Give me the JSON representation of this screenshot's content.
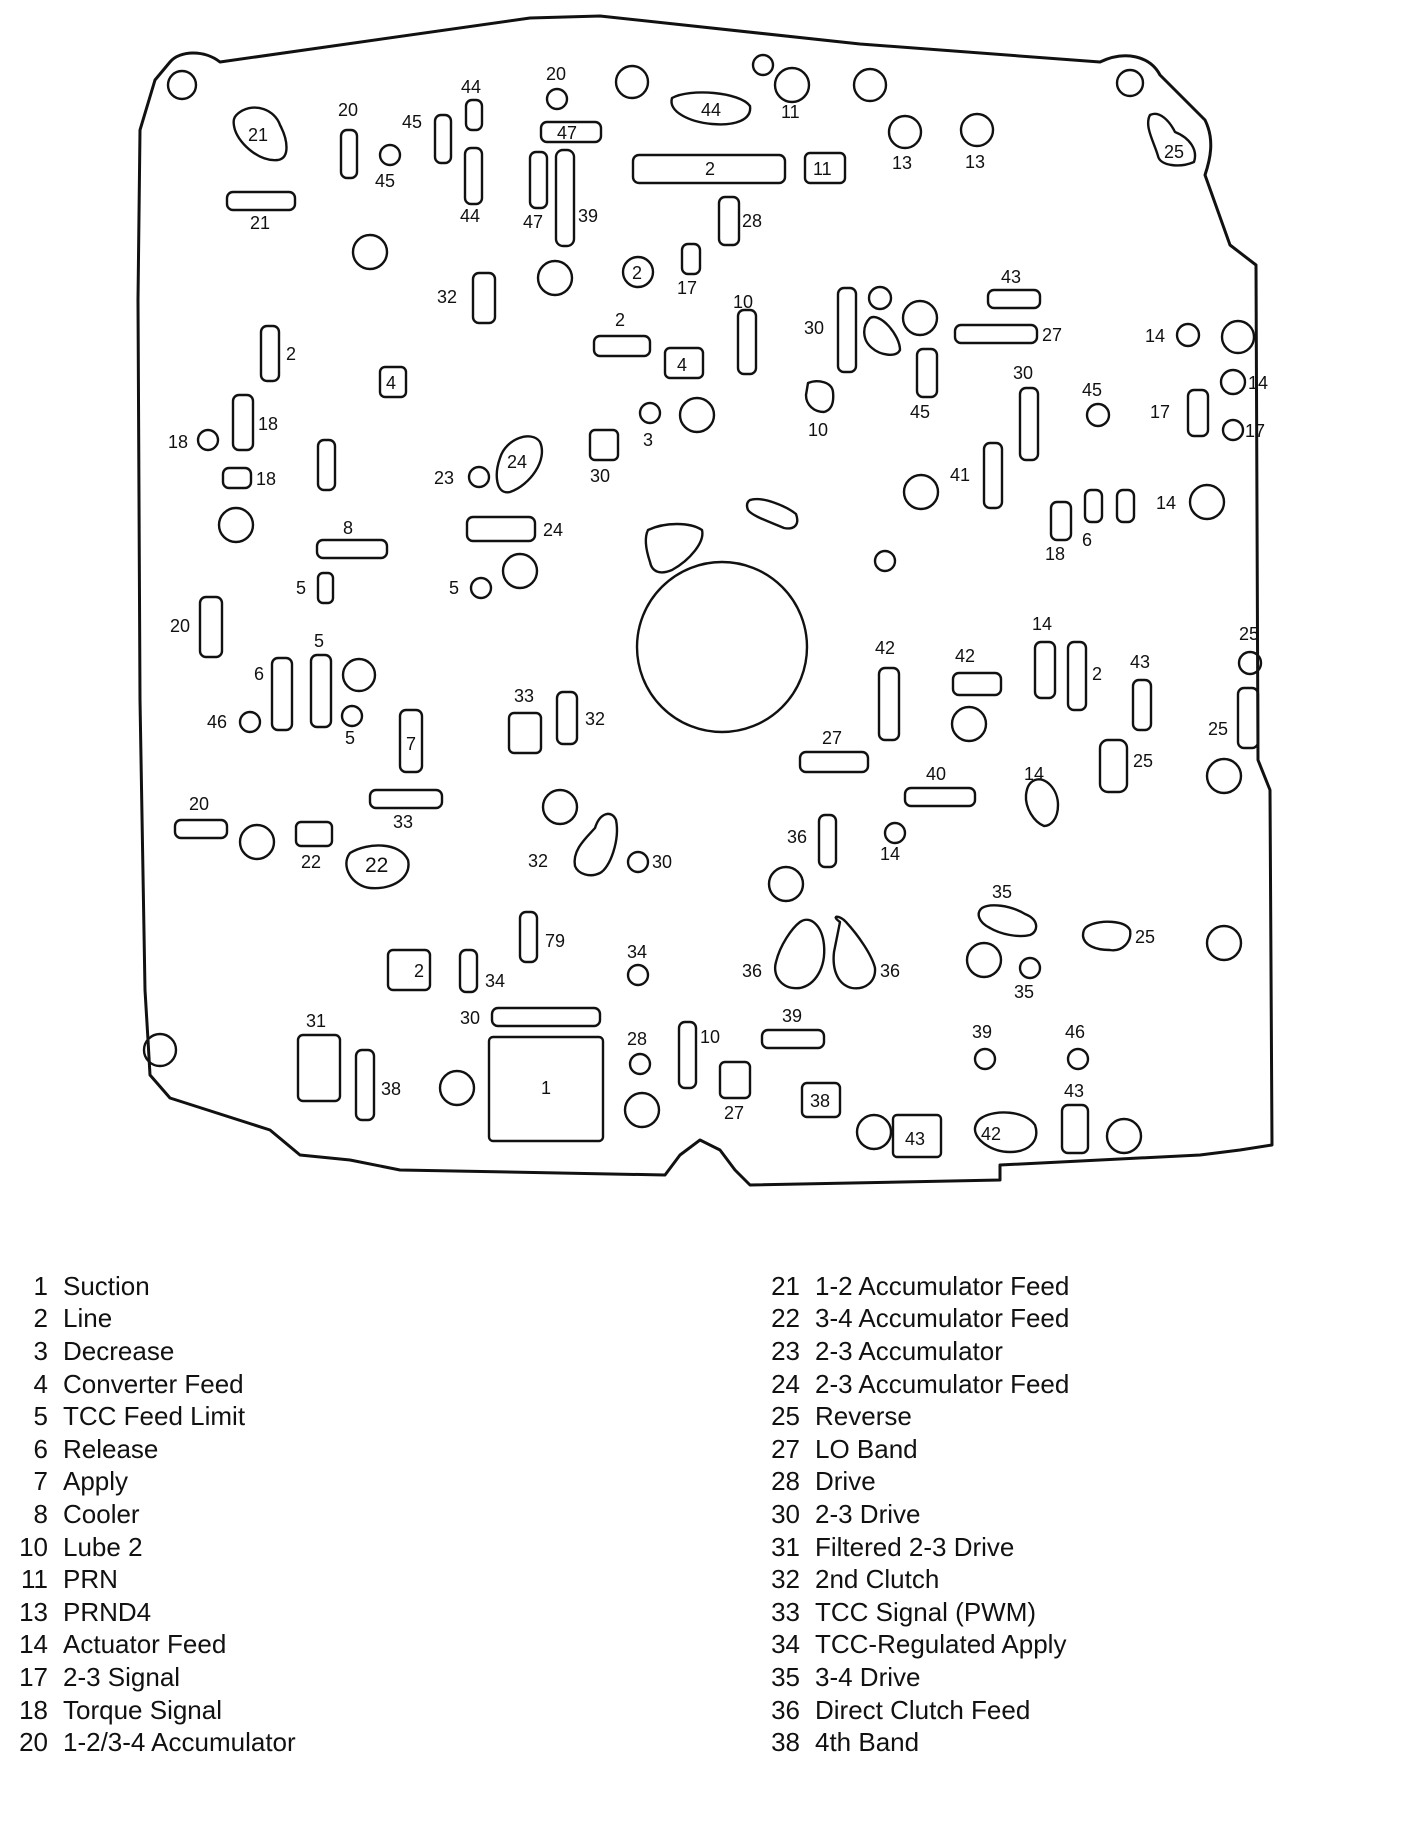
{
  "diagram": {
    "passage_labels": [
      {
        "id": "p21a",
        "text": "21"
      },
      {
        "id": "p20a",
        "text": "20"
      },
      {
        "id": "p45a",
        "text": "45"
      },
      {
        "id": "p45b",
        "text": "45"
      },
      {
        "id": "p44a",
        "text": "44"
      },
      {
        "id": "p44b",
        "text": "44"
      },
      {
        "id": "p20b",
        "text": "20"
      },
      {
        "id": "p47a",
        "text": "47"
      },
      {
        "id": "p47b",
        "text": "47"
      },
      {
        "id": "p39a",
        "text": "39"
      },
      {
        "id": "p44c",
        "text": "44"
      },
      {
        "id": "p11a",
        "text": "11"
      },
      {
        "id": "p11b",
        "text": "11"
      },
      {
        "id": "p2a",
        "text": "2"
      },
      {
        "id": "p13a",
        "text": "13"
      },
      {
        "id": "p13b",
        "text": "13"
      },
      {
        "id": "p25a",
        "text": "25"
      },
      {
        "id": "p21b",
        "text": "21"
      },
      {
        "id": "p28a",
        "text": "28"
      },
      {
        "id": "p32a",
        "text": "32"
      },
      {
        "id": "p2b",
        "text": "2"
      },
      {
        "id": "p17a",
        "text": "17"
      },
      {
        "id": "p2c",
        "text": "2"
      },
      {
        "id": "p10a",
        "text": "10"
      },
      {
        "id": "p4a",
        "text": "4"
      },
      {
        "id": "p4b",
        "text": "4"
      },
      {
        "id": "p43a",
        "text": "43"
      },
      {
        "id": "p30a",
        "text": "30"
      },
      {
        "id": "p27a",
        "text": "27"
      },
      {
        "id": "p14a",
        "text": "14"
      },
      {
        "id": "p14b",
        "text": "14"
      },
      {
        "id": "p2d",
        "text": "2"
      },
      {
        "id": "p18a",
        "text": "18"
      },
      {
        "id": "p18b",
        "text": "18"
      },
      {
        "id": "p18c",
        "text": "18"
      },
      {
        "id": "p3a",
        "text": "3"
      },
      {
        "id": "p10b",
        "text": "10"
      },
      {
        "id": "p45c",
        "text": "45"
      },
      {
        "id": "p30b",
        "text": "30"
      },
      {
        "id": "p45d",
        "text": "45"
      },
      {
        "id": "p17b",
        "text": "17"
      },
      {
        "id": "p17c",
        "text": "17"
      },
      {
        "id": "p23a",
        "text": "23"
      },
      {
        "id": "p24a",
        "text": "24"
      },
      {
        "id": "p30c",
        "text": "30"
      },
      {
        "id": "p41a",
        "text": "41"
      },
      {
        "id": "p14c",
        "text": "14"
      },
      {
        "id": "p6a",
        "text": "6"
      },
      {
        "id": "p18d",
        "text": "18"
      },
      {
        "id": "p8a",
        "text": "8"
      },
      {
        "id": "p24b",
        "text": "24"
      },
      {
        "id": "p5a",
        "text": "5"
      },
      {
        "id": "p5b",
        "text": "5"
      },
      {
        "id": "p20c",
        "text": "20"
      },
      {
        "id": "p5c",
        "text": "5"
      },
      {
        "id": "p6b",
        "text": "6"
      },
      {
        "id": "p5d",
        "text": "5"
      },
      {
        "id": "p46a",
        "text": "46"
      },
      {
        "id": "p7a",
        "text": "7"
      },
      {
        "id": "p33a",
        "text": "33"
      },
      {
        "id": "p32b",
        "text": "32"
      },
      {
        "id": "p42a",
        "text": "42"
      },
      {
        "id": "p42b",
        "text": "42"
      },
      {
        "id": "p14d",
        "text": "14"
      },
      {
        "id": "p2e",
        "text": "2"
      },
      {
        "id": "p43b",
        "text": "43"
      },
      {
        "id": "p25b",
        "text": "25"
      },
      {
        "id": "p25c",
        "text": "25"
      },
      {
        "id": "p27b",
        "text": "27"
      },
      {
        "id": "p25d",
        "text": "25"
      },
      {
        "id": "p20d",
        "text": "20"
      },
      {
        "id": "p33b",
        "text": "33"
      },
      {
        "id": "p40a",
        "text": "40"
      },
      {
        "id": "p14e",
        "text": "14"
      },
      {
        "id": "p22a",
        "text": "22"
      },
      {
        "id": "p22b",
        "text": "22"
      },
      {
        "id": "p32c",
        "text": "32"
      },
      {
        "id": "p30d",
        "text": "30"
      },
      {
        "id": "p36a",
        "text": "36"
      },
      {
        "id": "p14f",
        "text": "14"
      },
      {
        "id": "p35a",
        "text": "35"
      },
      {
        "id": "p25e",
        "text": "25"
      },
      {
        "id": "p2f",
        "text": "2"
      },
      {
        "id": "p34a",
        "text": "34"
      },
      {
        "id": "p39b",
        "text": "79"
      },
      {
        "id": "p34b",
        "text": "34"
      },
      {
        "id": "p36b",
        "text": "36"
      },
      {
        "id": "p36c",
        "text": "36"
      },
      {
        "id": "p35b",
        "text": "35"
      },
      {
        "id": "p31a",
        "text": "31"
      },
      {
        "id": "p30e",
        "text": "30"
      },
      {
        "id": "p28b",
        "text": "28"
      },
      {
        "id": "p10c",
        "text": "10"
      },
      {
        "id": "p39c",
        "text": "39"
      },
      {
        "id": "p39d",
        "text": "39"
      },
      {
        "id": "p46b",
        "text": "46"
      },
      {
        "id": "p38a",
        "text": "38"
      },
      {
        "id": "p1a",
        "text": "1"
      },
      {
        "id": "p27c",
        "text": "27"
      },
      {
        "id": "p38b",
        "text": "38"
      },
      {
        "id": "p43c",
        "text": "43"
      },
      {
        "id": "p43d",
        "text": "43"
      },
      {
        "id": "p42c",
        "text": "42"
      }
    ]
  },
  "legend": {
    "left": [
      {
        "num": "1",
        "label": "Suction"
      },
      {
        "num": "2",
        "label": "Line"
      },
      {
        "num": "3",
        "label": "Decrease"
      },
      {
        "num": "4",
        "label": "Converter Feed"
      },
      {
        "num": "5",
        "label": "TCC Feed Limit"
      },
      {
        "num": "6",
        "label": "Release"
      },
      {
        "num": "7",
        "label": "Apply"
      },
      {
        "num": "8",
        "label": "Cooler"
      },
      {
        "num": "10",
        "label": "Lube 2"
      },
      {
        "num": "11",
        "label": "PRN"
      },
      {
        "num": "13",
        "label": "PRND4"
      },
      {
        "num": "14",
        "label": "Actuator Feed"
      },
      {
        "num": "17",
        "label": "2-3 Signal"
      },
      {
        "num": "18",
        "label": "Torque Signal"
      },
      {
        "num": "20",
        "label": "1-2/3-4 Accumulator"
      }
    ],
    "right": [
      {
        "num": "21",
        "label": "1-2 Accumulator Feed"
      },
      {
        "num": "22",
        "label": "3-4 Accumulator Feed"
      },
      {
        "num": "23",
        "label": "2-3 Accumulator"
      },
      {
        "num": "24",
        "label": "2-3 Accumulator Feed"
      },
      {
        "num": "25",
        "label": "Reverse"
      },
      {
        "num": "27",
        "label": "LO Band"
      },
      {
        "num": "28",
        "label": "Drive"
      },
      {
        "num": "30",
        "label": "2-3 Drive"
      },
      {
        "num": "31",
        "label": "Filtered 2-3 Drive"
      },
      {
        "num": "32",
        "label": "2nd Clutch"
      },
      {
        "num": "33",
        "label": "TCC Signal (PWM)"
      },
      {
        "num": "34",
        "label": "TCC-Regulated Apply"
      },
      {
        "num": "35",
        "label": "3-4 Drive"
      },
      {
        "num": "36",
        "label": "Direct Clutch Feed"
      },
      {
        "num": "38",
        "label": "4th Band"
      }
    ]
  }
}
